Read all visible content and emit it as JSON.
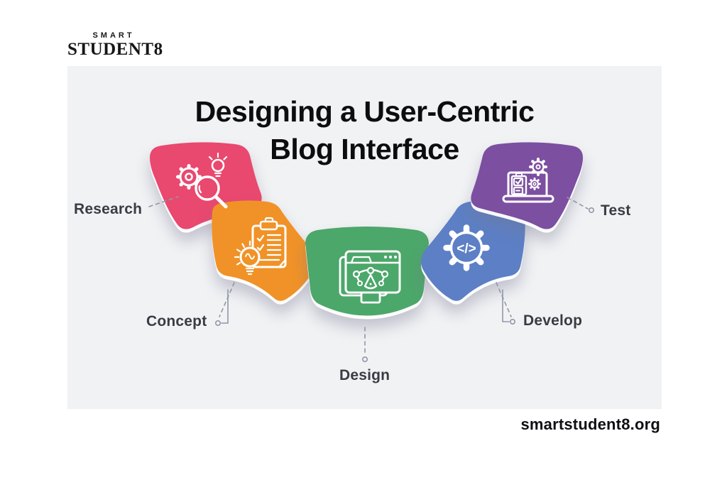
{
  "brand": {
    "line1": "SMART",
    "line2": "STUDENT8"
  },
  "title": {
    "line1": "Designing a User-Centric",
    "line2": "Blog Interface"
  },
  "stages": [
    {
      "label": "Research",
      "color": "#E9486F",
      "icon": "research-gear-magnifier-bulb-icon"
    },
    {
      "label": "Concept",
      "color": "#F09227",
      "icon": "concept-clipboard-checklist-bulb-icon"
    },
    {
      "label": "Design",
      "color": "#4CA76A",
      "icon": "design-browser-pen-tool-icon"
    },
    {
      "label": "Develop",
      "color": "#5C7FC5",
      "glyph": "</>",
      "icon": "develop-gear-code-icon"
    },
    {
      "label": "Test",
      "color": "#7C4FA0",
      "icon": "test-laptop-checklist-gears-icon"
    }
  ],
  "footer": {
    "website": "smartstudent8.org"
  },
  "theme": {
    "page_bg": "#FFFFFF",
    "card_bg": "#F1F2F4",
    "title_color": "#0D0D0D",
    "label_color": "#3B3B44",
    "connector_color": "#9098A6",
    "icon_stroke": "#FFFFFF"
  }
}
